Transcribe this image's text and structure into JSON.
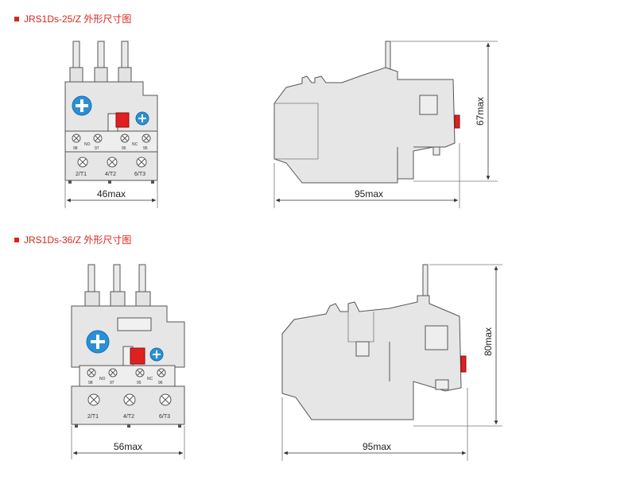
{
  "sections": [
    {
      "title": "JRS1Ds-25/Z 外形尺寸图",
      "front_width": "46max",
      "side_width": "95max",
      "height": "67max",
      "aux_terminals": [
        "98",
        "97",
        "95",
        "96"
      ],
      "aux_labels": [
        "NO",
        "NC"
      ],
      "main_terminals": [
        "2/T1",
        "4/T2",
        "6/T3"
      ]
    },
    {
      "title": "JRS1Ds-36/Z 外形尺寸图",
      "front_width": "56max",
      "side_width": "95max",
      "height": "80max",
      "aux_terminals": [
        "98",
        "97",
        "95",
        "96"
      ],
      "aux_labels": [
        "NO",
        "NC"
      ],
      "main_terminals": [
        "2/T1",
        "4/T2",
        "6/T3"
      ]
    }
  ],
  "colors": {
    "accent": "#d9261c",
    "body": "#e6e6e6",
    "outline": "#555555",
    "dial": "#2a8fd6",
    "reset_button": "#e02020"
  }
}
